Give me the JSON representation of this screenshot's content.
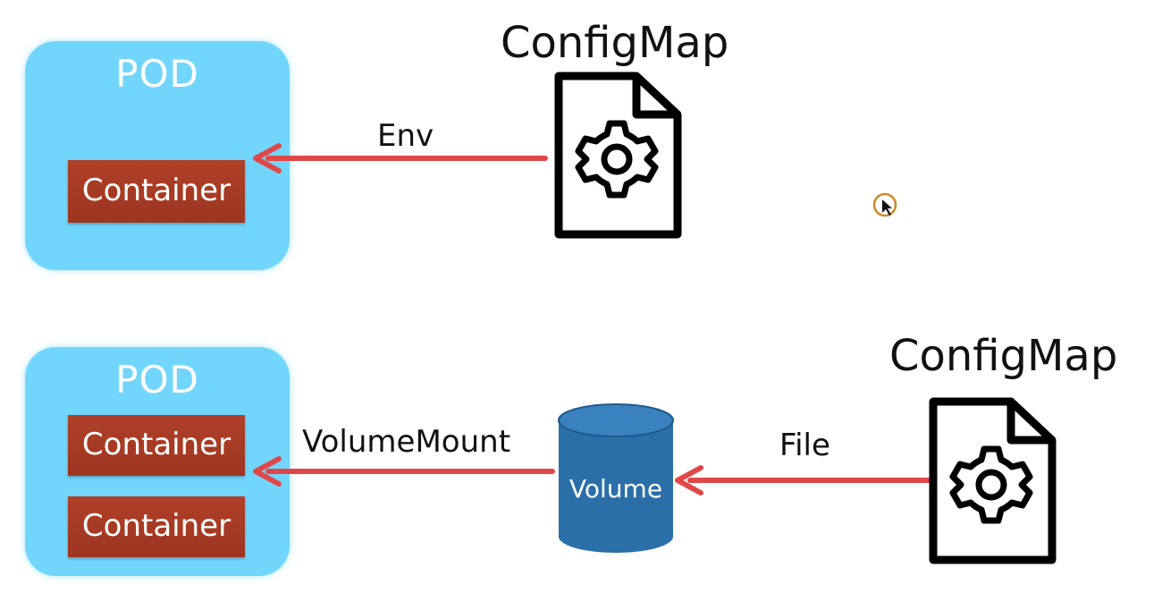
{
  "top": {
    "pod_label": "POD",
    "container_label": "Container",
    "arrow_label": "Env",
    "configmap_label": "ConfigMap"
  },
  "bottom": {
    "pod_label": "POD",
    "containers": [
      "Container",
      "Container"
    ],
    "mount_label": "VolumeMount",
    "volume_label": "Volume",
    "file_label": "File",
    "configmap_label": "ConfigMap"
  },
  "colors": {
    "pod": "#72d6fc",
    "container": "#a83a24",
    "arrow": "#e04848",
    "volume": "#2a6fa8"
  },
  "icons": [
    "configmap-file-icon",
    "gear-icon",
    "volume-cylinder-icon",
    "cursor-icon"
  ]
}
